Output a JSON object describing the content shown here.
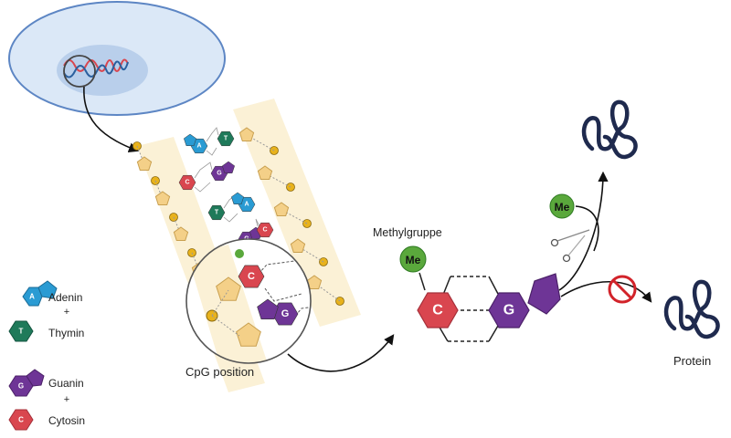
{
  "diagram": {
    "title": "DNA methylation at CpG position and its effect on protein expression",
    "colors": {
      "adenin": "#2a9bd3",
      "thymin": "#1f7a5a",
      "guanin": "#6e3596",
      "cytosin": "#d9464f",
      "methyl": "#5aa83c",
      "sugar": "#f4d088",
      "phosphate": "#e8b21c",
      "backbone_band": "#fbf1d6",
      "cell": "#dbe8f7",
      "cell_border": "#5d86c4",
      "nucleus": "#b9cfeb",
      "protein": "#1f2a4e",
      "forbidden": "#d2232a"
    },
    "legend": {
      "items": [
        {
          "symbol": "A",
          "name": "Adenin"
        },
        {
          "plus": "+"
        },
        {
          "symbol": "T",
          "name": "Thymin"
        },
        {
          "symbol": "G",
          "name": "Guanin"
        },
        {
          "plus": "+"
        },
        {
          "symbol": "C",
          "name": "Cytosin"
        }
      ]
    },
    "strand_bases": [
      {
        "pair": [
          "A",
          "T"
        ]
      },
      {
        "pair": [
          "C",
          "G"
        ]
      },
      {
        "pair": [
          "T",
          "A"
        ]
      },
      {
        "pair": [
          "G",
          "C"
        ]
      }
    ],
    "cpg_label": "CpG position",
    "cpg_zoom_bases": [
      "C",
      "G"
    ],
    "methyl_label": "Methylgruppe",
    "methyl_symbol": "Me",
    "pair_bases": {
      "left": "C",
      "right": "G"
    },
    "upper_path": {
      "tag": "Me",
      "tool": "scissors"
    },
    "lower_path": {
      "block": "forbidden"
    },
    "protein_label": "Protein"
  }
}
